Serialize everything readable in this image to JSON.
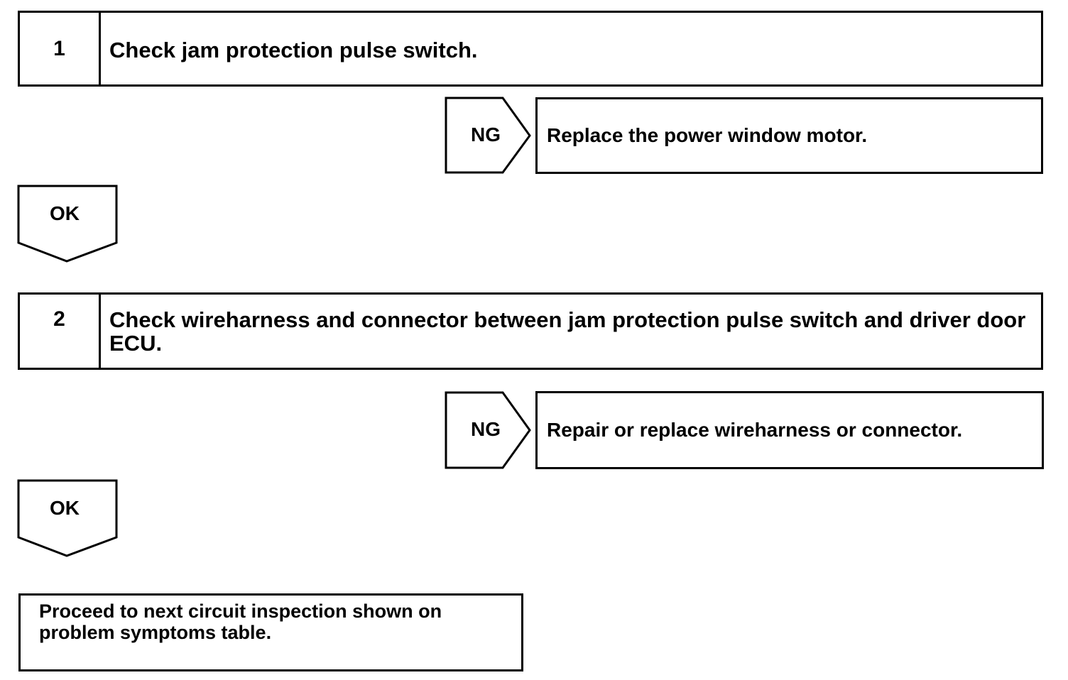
{
  "steps": [
    {
      "number": "1",
      "title": "Check jam protection pulse switch."
    },
    {
      "number": "2",
      "title": "Check wireharness and connector between jam protection pulse switch and driver door ECU."
    }
  ],
  "branches": [
    {
      "ng_label": "NG",
      "ng_action": "Replace the power window motor.",
      "ok_label": "OK"
    },
    {
      "ng_label": "NG",
      "ng_action": "Repair or replace wireharness or connector.",
      "ok_label": "OK"
    }
  ],
  "final": {
    "text": "Proceed to next circuit inspection shown on problem symptoms table."
  },
  "colors": {
    "line": "#000000",
    "background": "#ffffff"
  }
}
